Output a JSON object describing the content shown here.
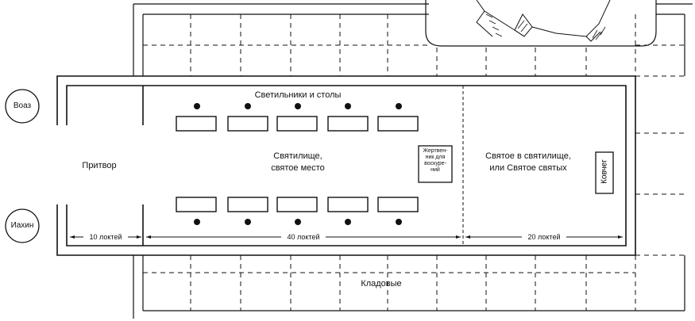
{
  "labels": {
    "lamps_tables": "Светильники и столы",
    "porch": "Притвор",
    "holy_place": "Святилище,\nсвятое место",
    "altar": "Жертвен-\nник для\nвоскуре-\nний",
    "holy_of_holies": "Святое в святилище,\nили Святое святых",
    "ark": "Ковчег",
    "storerooms": "Кладовые"
  },
  "pillars": {
    "top": "Воаз",
    "bottom": "Иахин"
  },
  "dimensions": {
    "porch": "10 локтей",
    "holy_place": "40 локтей",
    "holy_of_holies": "20 локтей"
  },
  "colors": {
    "line": "#111111",
    "background": "#ffffff"
  }
}
